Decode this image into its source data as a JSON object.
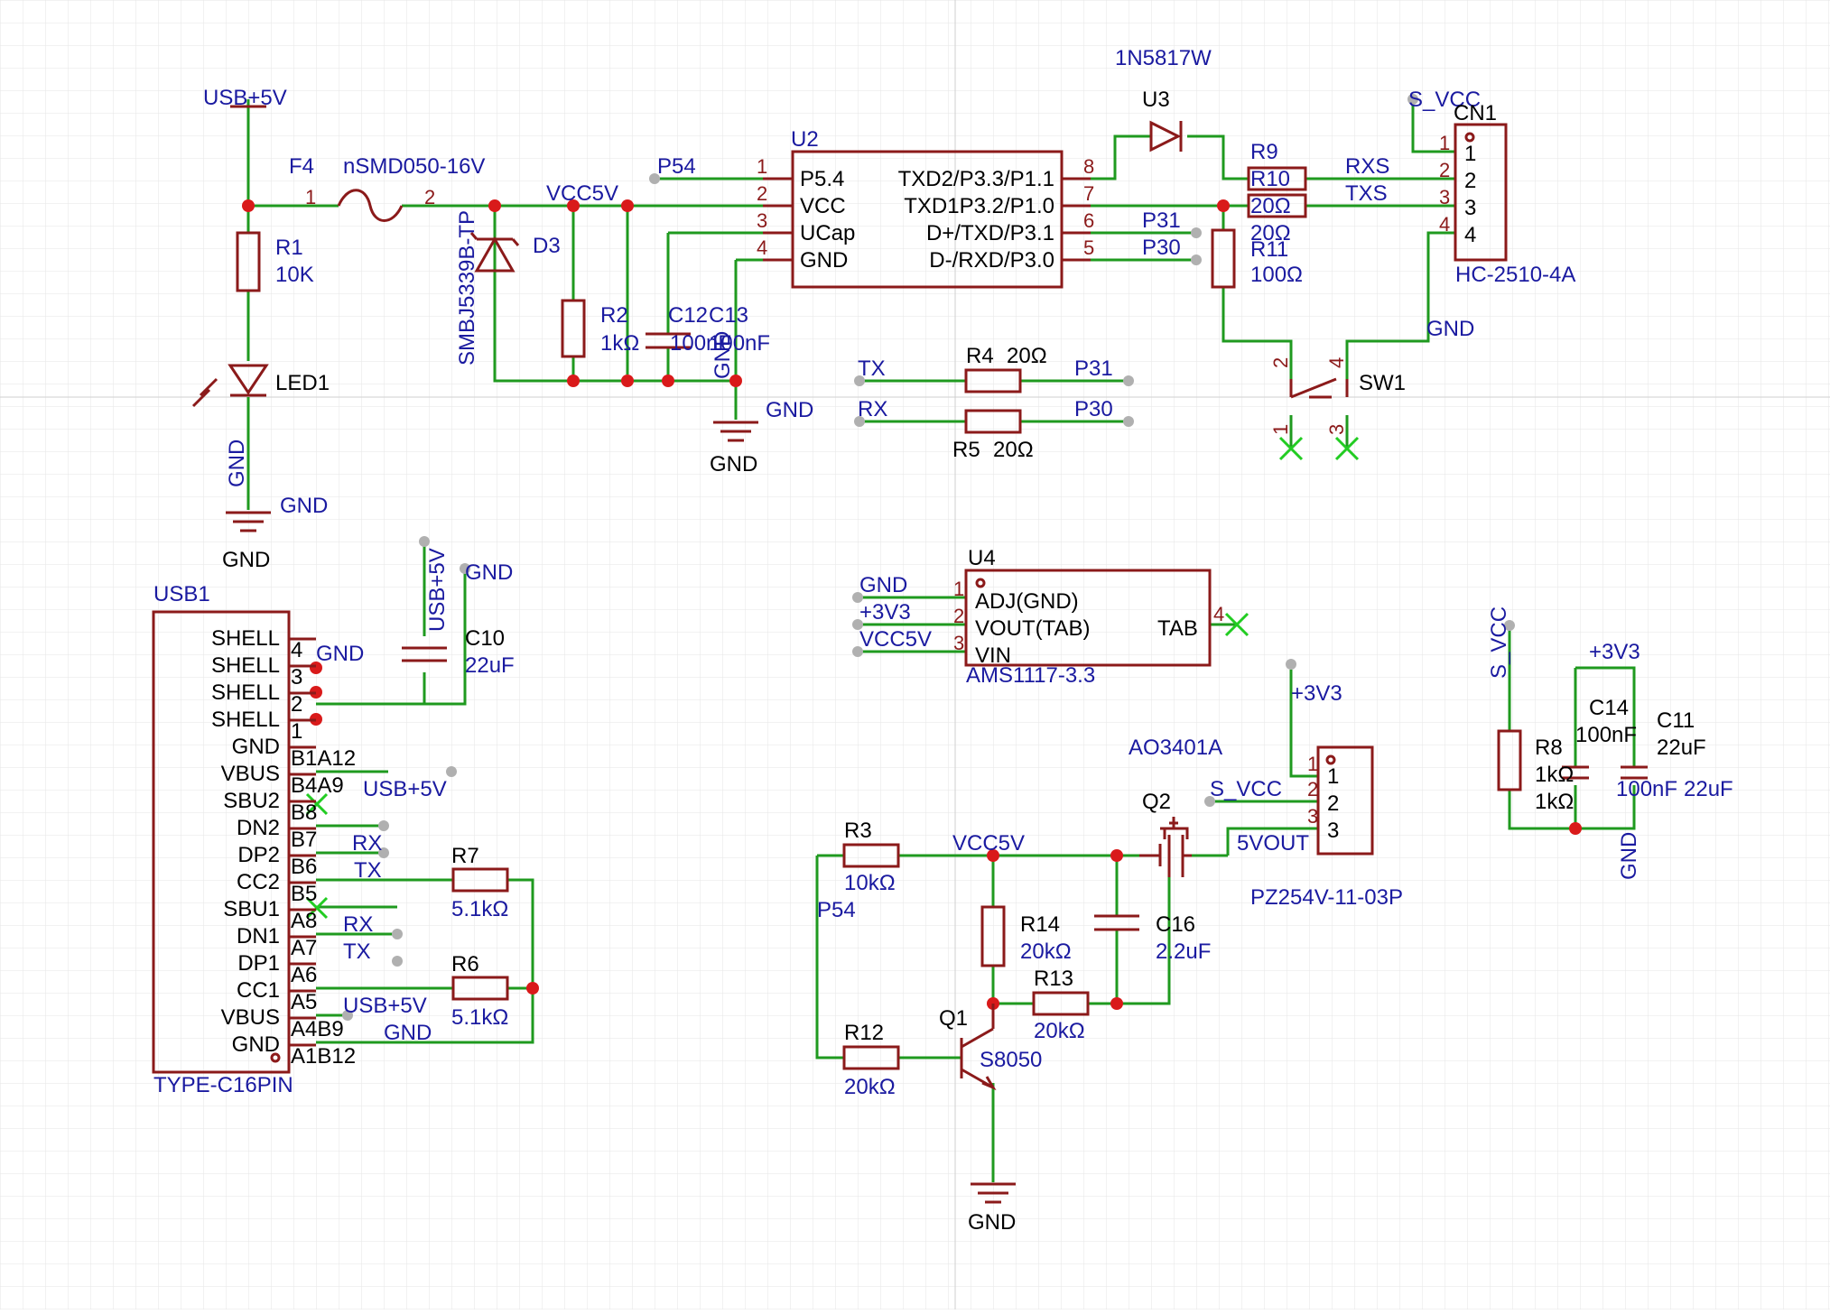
{
  "colors": {
    "background": "#ffffff",
    "grid": "#e6e6e6",
    "part": "#8b1a1a",
    "wire": "#1f9a1f",
    "junction": "#d91a1a",
    "net_label": "#1a1aa0",
    "pin_text": "#000000"
  },
  "supply": {
    "usb5v": "USB+5V",
    "gnd": "GND",
    "vcc5v": "VCC5V",
    "s_vcc": "S_VCC",
    "v3v3": "+3V3",
    "p54": "P54",
    "p31": "P31",
    "p30": "P30",
    "rx": "RX",
    "tx": "TX",
    "rxs": "RXS",
    "txs": "TXS",
    "vout5": "5VOUT"
  },
  "parts": {
    "f4": {
      "ref": "F4",
      "value": "nSMD050-16V",
      "pin1": "1",
      "pin2": "2"
    },
    "r1": {
      "ref": "R1",
      "value": "10K"
    },
    "led1": {
      "ref": "LED1"
    },
    "d3": {
      "ref": "D3",
      "value": "SMBJ5339B-TP"
    },
    "r2": {
      "ref": "R2",
      "value": "1kΩ"
    },
    "c12": {
      "ref": "C12",
      "value": "100nF"
    },
    "c13": {
      "ref": "C13",
      "value": "100nF"
    },
    "u2": {
      "ref": "U2",
      "left_pins": [
        {
          "num": "1",
          "name": "P5.4"
        },
        {
          "num": "2",
          "name": "VCC"
        },
        {
          "num": "3",
          "name": "UCap"
        },
        {
          "num": "4",
          "name": "GND"
        }
      ],
      "right_pins": [
        {
          "num": "8",
          "name": "TXD2/P3.3/P1.1"
        },
        {
          "num": "7",
          "name": "TXD1P3.2/P1.0"
        },
        {
          "num": "6",
          "name": "D+/TXD/P3.1"
        },
        {
          "num": "5",
          "name": "D-/RXD/P3.0"
        }
      ]
    },
    "u3": {
      "ref": "U3",
      "value": "1N5817W"
    },
    "r9": {
      "ref": "R9",
      "value": "20Ω"
    },
    "r10": {
      "ref": "R10",
      "value": "20Ω"
    },
    "r11": {
      "ref": "R11",
      "value": "100Ω"
    },
    "cn1": {
      "ref": "CN1",
      "value": "HC-2510-4A",
      "pins": [
        "1",
        "2",
        "3",
        "4"
      ]
    },
    "sw1": {
      "ref": "SW1",
      "pins": [
        "2",
        "4",
        "1",
        "3"
      ]
    },
    "r4": {
      "ref": "R4",
      "value": "20Ω"
    },
    "r5": {
      "ref": "R5",
      "value": "20Ω"
    },
    "usb1": {
      "ref": "USB1",
      "value": "TYPE-C16PIN",
      "names": [
        "SHELL",
        "SHELL",
        "SHELL",
        "SHELL",
        "GND",
        "VBUS",
        "SBU2",
        "DN2",
        "DP2",
        "CC2",
        "SBU1",
        "DN1",
        "DP1",
        "CC1",
        "VBUS",
        "GND"
      ],
      "pins": [
        "4",
        "3",
        "2",
        "1",
        "B1A12",
        "B4A9",
        "B8",
        "B7",
        "B6",
        "B5",
        "A8",
        "A7",
        "A6",
        "A5",
        "A4B9",
        "A1B12"
      ]
    },
    "c10": {
      "ref": "C10",
      "value": "22uF"
    },
    "r7": {
      "ref": "R7",
      "value": "5.1kΩ"
    },
    "r6": {
      "ref": "R6",
      "value": "5.1kΩ"
    },
    "u4": {
      "ref": "U4",
      "value": "AMS1117-3.3",
      "pins": [
        {
          "num": "1",
          "name": "ADJ(GND)"
        },
        {
          "num": "2",
          "name": "VOUT(TAB)"
        },
        {
          "num": "3",
          "name": "VIN"
        }
      ],
      "tab_num": "4",
      "tab_name": "TAB"
    },
    "q2": {
      "ref": "Q2",
      "value": "AO3401A"
    },
    "pz": {
      "value": "PZ254V-11-03P",
      "pins": [
        "1",
        "2",
        "3"
      ]
    },
    "r3": {
      "ref": "R3",
      "value": "10kΩ"
    },
    "r14": {
      "ref": "R14",
      "value": "20kΩ"
    },
    "r13": {
      "ref": "R13",
      "value": "20kΩ"
    },
    "c16": {
      "ref": "C16",
      "value": "2.2uF"
    },
    "r12": {
      "ref": "R12",
      "value": "20kΩ"
    },
    "q1": {
      "ref": "Q1",
      "value": "S8050"
    },
    "r8": {
      "ref": "R8",
      "value": "1kΩ"
    },
    "c14": {
      "ref": "C14",
      "value": "100nF"
    },
    "c11": {
      "ref": "C11",
      "value": "22uF"
    }
  }
}
